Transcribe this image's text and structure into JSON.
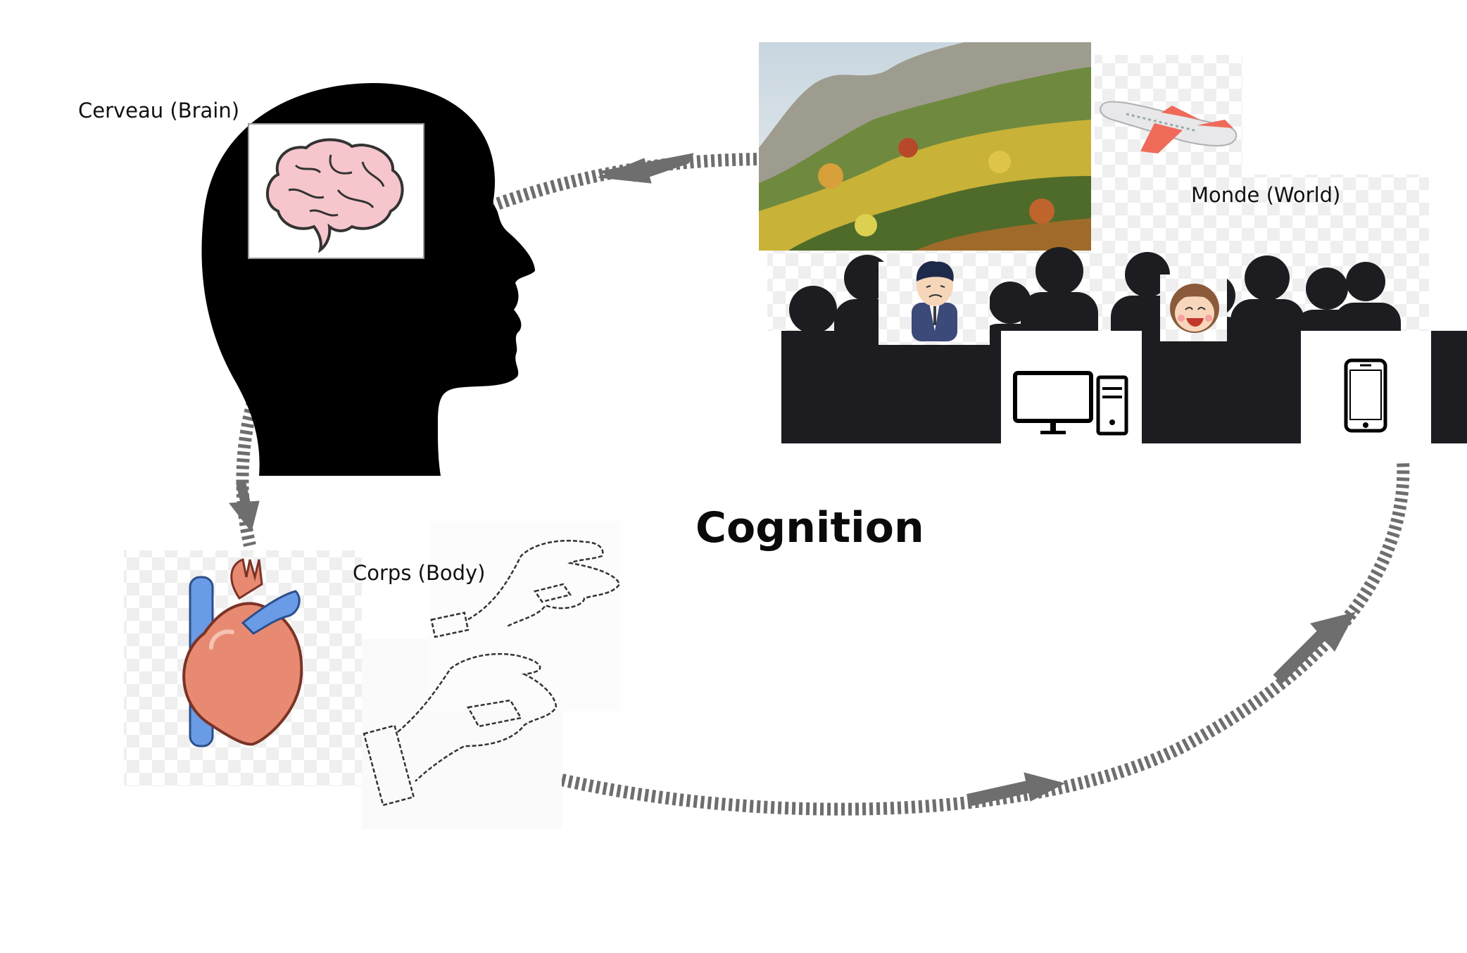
{
  "diagram": {
    "title": "Cognition",
    "labels": {
      "brain": "Cerveau (Brain)",
      "body": "Corps (Body)",
      "world": "Monde (World)"
    },
    "colors": {
      "arrow": "#6e6e6e",
      "head_silhouette": "#000000",
      "crowd_silhouette": "#1d1c21",
      "brain_fill": "#f6c6cc",
      "heart_fill": "#e88a72",
      "vessel_blue": "#6a9be6",
      "plane_accent": "#f06a5a"
    },
    "icons": [
      "brain-icon",
      "heart-icon",
      "hands-sketch-icon",
      "landscape-photo",
      "airplane-icon",
      "crowd-silhouette",
      "sad-man-icon",
      "laughing-girl-icon",
      "desktop-computer-icon",
      "smartphone-icon"
    ]
  }
}
